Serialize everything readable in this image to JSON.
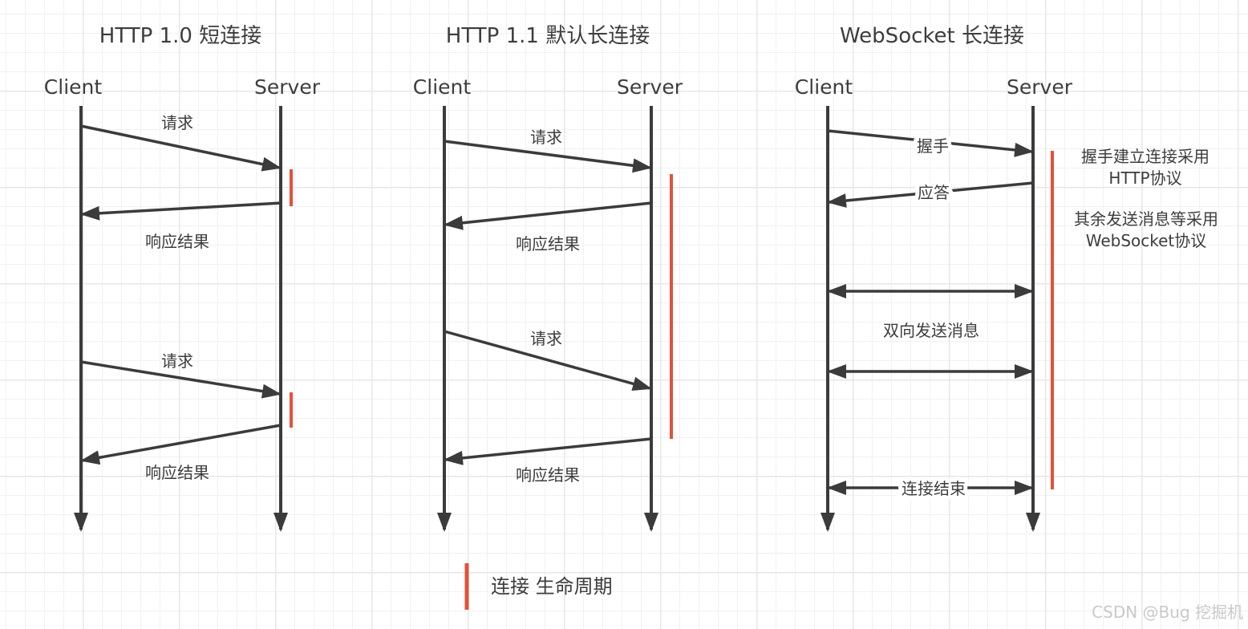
{
  "colors": {
    "stroke": "#3b3b3b",
    "red": "#e5503a",
    "text": "#3d3d3d",
    "watermark": "#c9c9c9"
  },
  "columns": [
    {
      "title": "HTTP 1.0 短连接",
      "client": "Client",
      "server": "Server",
      "messages": {
        "m1": "请求",
        "m2": "响应结果",
        "m3": "请求",
        "m4": "响应结果"
      }
    },
    {
      "title": "HTTP 1.1 默认长连接",
      "client": "Client",
      "server": "Server",
      "messages": {
        "m1": "请求",
        "m2": "响应结果",
        "m3": "请求",
        "m4": "响应结果"
      }
    },
    {
      "title": "WebSocket 长连接",
      "client": "Client",
      "server": "Server",
      "messages": {
        "m1": "握手",
        "m2": "应答",
        "m3": "双向发送消息",
        "m4": "连接结束"
      },
      "annotations": {
        "l1": "握手建立连接采用",
        "l2": "HTTP协议",
        "l3": "其余发送消息等采用",
        "l4": "WebSocket协议"
      }
    }
  ],
  "legend": {
    "label": "连接 生命周期"
  },
  "watermark": "CSDN @Bug 挖掘机"
}
